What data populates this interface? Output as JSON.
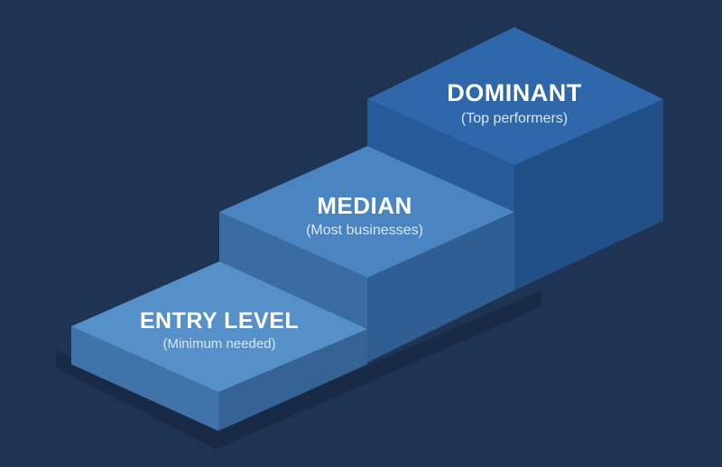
{
  "steps": [
    {
      "title": "ENTRY LEVEL",
      "subtitle": "(Minimum needed)",
      "colors": {
        "top": "#5590c8",
        "front": "#3f73a9",
        "side": "#356396"
      }
    },
    {
      "title": "MEDIAN",
      "subtitle": "(Most businesses)",
      "colors": {
        "top": "#4a84c1",
        "front": "#3a6ca2",
        "side": "#2f5e93"
      }
    },
    {
      "title": "DOMINANT",
      "subtitle": "(Top performers)",
      "colors": {
        "top": "#2f67ab",
        "front": "#275a98",
        "side": "#214f87"
      }
    }
  ],
  "colors": {
    "background": "#1f3353",
    "shadow": "#172842"
  }
}
